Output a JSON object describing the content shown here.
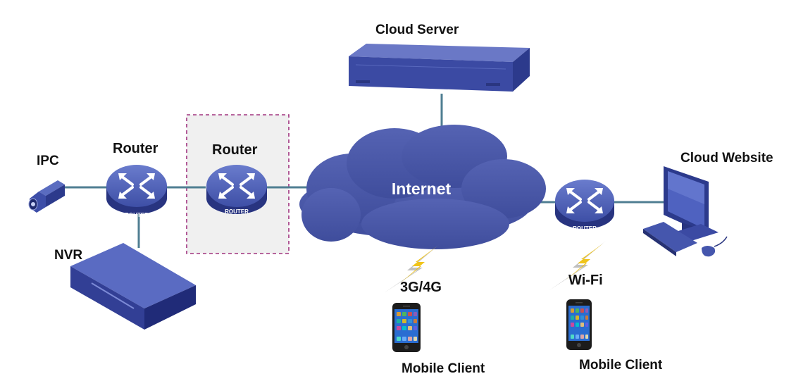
{
  "labels": {
    "cloud_server": "Cloud Server",
    "cloud_website": "Cloud Website",
    "ipc": "IPC",
    "router_left": "Router",
    "router_boxed": "Router",
    "nvr": "NVR",
    "internet": "Internet",
    "link_cellular": "3G/4G",
    "link_wifi": "Wi-Fi",
    "mobile_client_left": "Mobile Client",
    "mobile_client_right": "Mobile Client"
  },
  "router_badge_text": "ROUTER",
  "colors": {
    "device_blue": "#3d4ea8",
    "device_dark": "#28337a",
    "cloud_blue": "#4a58a8",
    "link_line": "#4f7e92",
    "dashed_box": "#a0337f",
    "lightning": "#f0c419",
    "phone_body": "#1c1c1c"
  },
  "icons": [
    "ipc-camera-icon",
    "router-icon",
    "nvr-icon",
    "cloud-server-icon",
    "internet-cloud-icon",
    "monitor-icon",
    "keyboard-icon",
    "mouse-icon",
    "lightning-icon",
    "smartphone-icon"
  ]
}
